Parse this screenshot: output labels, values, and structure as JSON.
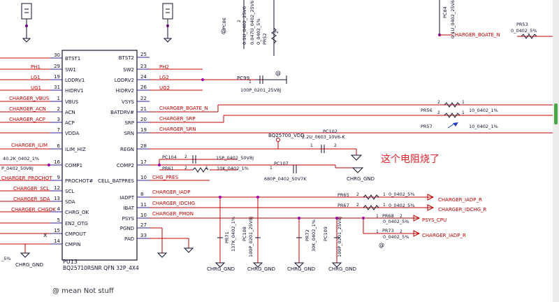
{
  "ic": {
    "ref": "PU13",
    "part": "BQ25710RSNR QFN 32P_4X4",
    "left_pins": [
      {
        "num": "30",
        "name": "BTST1"
      },
      {
        "num": "29",
        "name": "SW1"
      },
      {
        "num": "19",
        "name": "LODRV1"
      },
      {
        "num": "31",
        "name": "HIDRV1"
      },
      {
        "num": "1",
        "name": "VBUS"
      },
      {
        "num": "2",
        "name": "ACN"
      },
      {
        "num": "3",
        "name": "ACP"
      },
      {
        "num": "7",
        "name": "VDDA"
      },
      {
        "num": "6",
        "name": "ILIM_HIZ"
      },
      {
        "num": "16",
        "name": "COMP1"
      },
      {
        "num": "9",
        "name": "PROCHOT#"
      },
      {
        "num": "12",
        "name": "SCL"
      },
      {
        "num": "13",
        "name": "SDA"
      },
      {
        "num": "4",
        "name": "CHRG_OK"
      },
      {
        "num": "5",
        "name": "EN2_OTG"
      },
      {
        "num": "15",
        "name": "CMPOUT"
      },
      {
        "num": "14",
        "name": "CMPIN"
      }
    ],
    "right_pins": [
      {
        "num": "25",
        "name": "BTST2"
      },
      {
        "num": "23",
        "name": "SW2"
      },
      {
        "num": "24",
        "name": "LODRV2"
      },
      {
        "num": "26",
        "name": "HIDRV2"
      },
      {
        "num": "22",
        "name": "VSYS"
      },
      {
        "num": "21",
        "name": "BATDRV#"
      },
      {
        "num": "20",
        "name": "SRP"
      },
      {
        "num": "19",
        "name": "SRN"
      },
      {
        "num": "28",
        "name": "REGN"
      },
      {
        "num": "17",
        "name": "COMP2"
      },
      {
        "num": "10",
        "name": "CELL_BATPRES"
      },
      {
        "num": "8",
        "name": "IADPT"
      },
      {
        "num": "11",
        "name": "IBAT"
      },
      {
        "num": "10",
        "name": "PSYS"
      },
      {
        "num": "27",
        "name": "PGND"
      },
      {
        "num": "33",
        "name": "PAD"
      }
    ]
  },
  "left_nets": {
    "ph1": "PH1",
    "lg1": "LG1",
    "ug1": "UG1",
    "vbus": "CHARGER_VBUS",
    "acn": "CHARGER_ACN",
    "acp": "CHARGER_ACP",
    "ilim": "CHARGER_ILIM",
    "prochot": "CHARGER_PROCHOT",
    "scl": "CHARGER_SCL",
    "sda": "CHARGER_SDA",
    "chgok": "CHARGER_CHGOK"
  },
  "left_parts": {
    "r_comp1": "40.2K_0402_1%",
    "c_comp1": "P_0402_50V8J",
    "res_bottom": "_5%",
    "gnd_label": "CHRG_GND"
  },
  "right_nets": {
    "ph2": "PH2",
    "lg2": "LG2",
    "ug2": "UG2",
    "bgate_n": "CHARGER_BGATE_N",
    "srp": "CHARGER_SRP",
    "srn": "CHARGER_SRN",
    "chg_pres": "CHG_PRES",
    "iadp": "CHARGER_IADP",
    "idchg": "CHARGER_IDCHG",
    "pmon": "CHARGER_PMON",
    "bgate_top": "CHARGER_BGATE_N"
  },
  "top_parts": {
    "pc86_ref": "PC86",
    "pc86_v1": "0.1U_0402_25V6",
    "pc86_v2": "0_0402_5%",
    "pc86_v3": "0.047U_0402_25V6",
    "prs2": "PRS2",
    "pc99_ref": "PC99",
    "pc99_val": "100P_0201_25V8J",
    "pc84_ref": "PC84",
    "pc84_val": "0.1U_0402_25V6",
    "pr53_ref": "PR53",
    "pr53_val": "0_0402_5%"
  },
  "sense": {
    "pr56_ref": "PR56",
    "pr56_val": "10_0402_1%",
    "pr57_ref": "PR57",
    "pr57_val": "10_0402_1%",
    "vdd_label": "BQ25700_VDD",
    "pc102_ref": "PC102",
    "pc102_val": "2.2U_0603_10V6-K",
    "pc104_ref": "PC104",
    "pc104_val": "15P_0402_50V8J",
    "pr61_ref": "PR61",
    "pr61_val": "10K_0402_1%",
    "pc107_ref": "PC107",
    "pc107_val": "680P_0402_50V7K",
    "gnd_label": "CHRG_GND"
  },
  "outputs": {
    "pr65_ref": "PR65",
    "pr65_val": "0_0402_5%",
    "pr65_net": "CHARGER_IADP_R",
    "pr67_ref": "PR67",
    "pr67_val": "0_0402_5%",
    "pr67_net": "CHARGER_IDCHG_R",
    "pr68_ref": "PR68",
    "pr68_val": "0_0402_5%",
    "pr68_net": "PSYS_CPU",
    "pr73_ref": "PR73",
    "pr73_val": "0_0402_5%",
    "pr73_net": "CHARGER_IADP_R"
  },
  "bottom_parts": {
    "pr71": "PR71",
    "pr71_val": "137K_0402_1%",
    "pc108": "PC108",
    "pc108_val": "100P_0201_25V8J",
    "pr72": "PR72",
    "pr72_val": "30K_0402_1%",
    "pc109": "PC109",
    "pc109_val": "100P_0201_25V8J",
    "gnd_label": "CHRG_GND"
  },
  "pin_nums": {
    "one": "1",
    "two": "2",
    "three": "3"
  },
  "annotation": "这个电阻烧了",
  "footnote": "@ mean Not stuff",
  "glyphs": {
    "at": "@",
    "x": "x"
  },
  "colors": {
    "net": "#c00000",
    "wire": "#c00000",
    "pinline": "#3a1f9a",
    "junction": "#9900aa",
    "body": "#101030"
  }
}
